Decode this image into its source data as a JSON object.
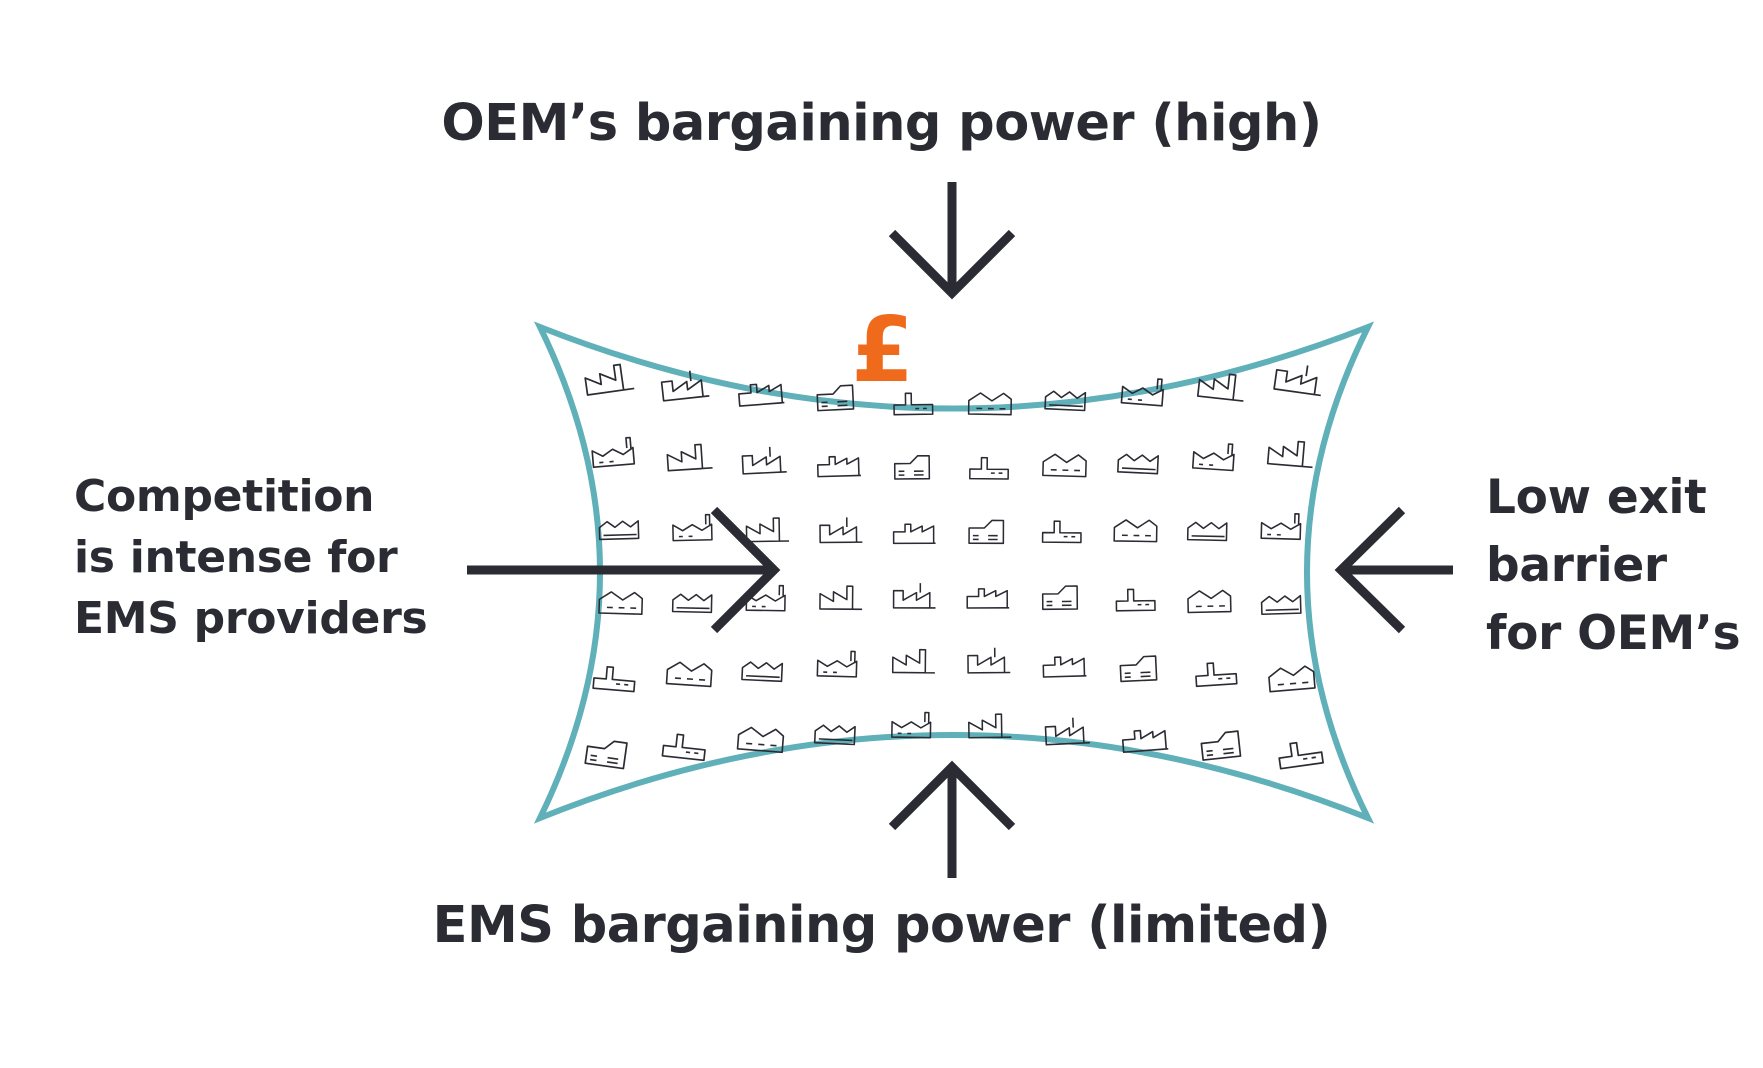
{
  "labels": {
    "top": "OEM’s bargaining power (high)",
    "bottom": "EMS bargaining power (limited)",
    "left": [
      "Competition",
      "is intense for",
      "EMS providers"
    ],
    "right": [
      "Low exit",
      "barrier",
      "for OEM’s"
    ]
  },
  "currency_symbol": "£",
  "icons": {
    "factory_icon": "factory-icon",
    "arrow_icon": "arrow-icon"
  },
  "colors": {
    "text": "#2b2b33",
    "arrow": "#2b2b33",
    "frame": "#5fb0b8",
    "currency": "#ef6a1b",
    "icon_stroke": "#2b2b33"
  },
  "factory_grid": {
    "rows": 6,
    "columns": 10
  }
}
